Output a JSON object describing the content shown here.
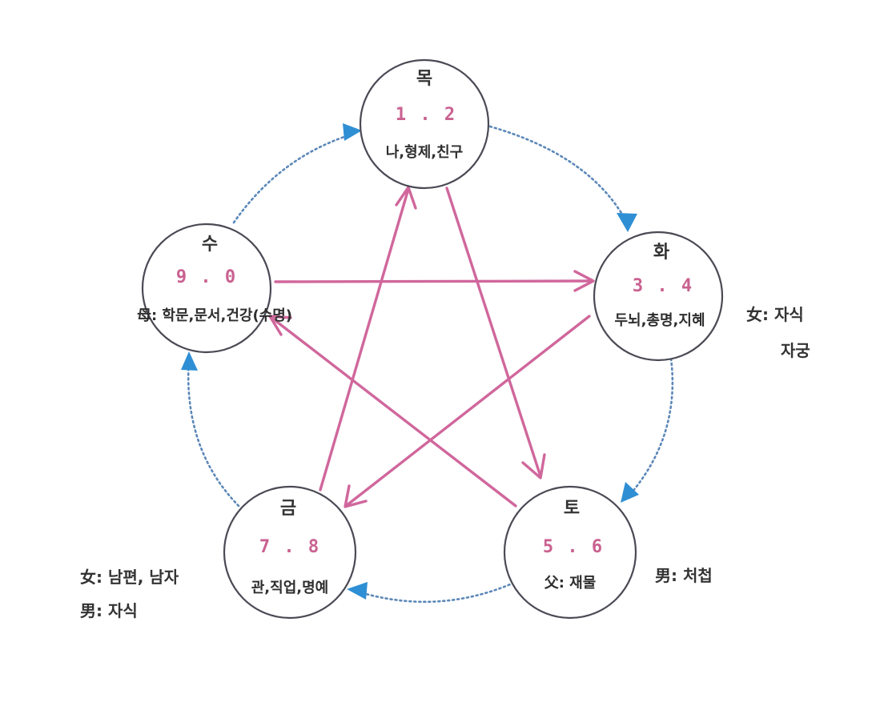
{
  "nodes": {
    "wood": {
      "name": "목",
      "number": "1 . 2",
      "desc": "나,형제,친구"
    },
    "fire": {
      "name": "화",
      "number": "3 . 4",
      "desc": "두뇌,총명,지혜"
    },
    "earth": {
      "name": "토",
      "number": "5 . 6",
      "desc": "父: 재물"
    },
    "metal": {
      "name": "금",
      "number": "7 . 8",
      "desc": "관,직업,명예"
    },
    "water": {
      "name": "수",
      "number": "9 . 0",
      "desc": "母: 학문,문서,건강(수명)"
    }
  },
  "notes": {
    "fire_line1": "女: 자식",
    "fire_line2": "자궁",
    "earth_line1": "男: 처첩",
    "metal_line1": "女: 남편, 남자",
    "metal_line2": "男: 자식"
  },
  "colors": {
    "cycle_arrow": "#5b87b8",
    "cycle_arrowhead": "#2f8fd4",
    "control_arrow": "#d0679c",
    "number_text": "#c9618f",
    "circle_stroke": "#4a4a55"
  }
}
